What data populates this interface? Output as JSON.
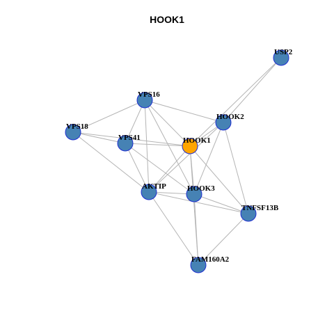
{
  "title": "HOOK1",
  "colors": {
    "edge": "#b4b4b4",
    "node_default": "#4682b4",
    "node_query": "#ffa500",
    "node_border": "#1f2fd1"
  },
  "nodes": [
    {
      "id": "USP2",
      "label": "USP2",
      "query": false
    },
    {
      "id": "VPS16",
      "label": "VPS16",
      "query": false
    },
    {
      "id": "HOOK2",
      "label": "HOOK2",
      "query": false
    },
    {
      "id": "VPS18",
      "label": "VPS18",
      "query": false
    },
    {
      "id": "VPS41",
      "label": "VPS41",
      "query": false
    },
    {
      "id": "HOOK1",
      "label": "HOOK1",
      "query": true
    },
    {
      "id": "AKTIP",
      "label": "AKTIP",
      "query": false
    },
    {
      "id": "HOOK3",
      "label": "HOOK3",
      "query": false
    },
    {
      "id": "TNFSF13B",
      "label": "TNFSF13B",
      "query": false
    },
    {
      "id": "FAM160A2",
      "label": "FAM160A2",
      "query": false
    }
  ],
  "edges": [
    [
      "USP2",
      "HOOK1"
    ],
    [
      "USP2",
      "HOOK2"
    ],
    [
      "VPS16",
      "VPS18"
    ],
    [
      "VPS16",
      "VPS41"
    ],
    [
      "VPS16",
      "HOOK2"
    ],
    [
      "VPS16",
      "HOOK1"
    ],
    [
      "VPS16",
      "AKTIP"
    ],
    [
      "VPS16",
      "HOOK3"
    ],
    [
      "VPS18",
      "VPS41"
    ],
    [
      "VPS18",
      "HOOK1"
    ],
    [
      "VPS18",
      "AKTIP"
    ],
    [
      "VPS41",
      "HOOK1"
    ],
    [
      "VPS41",
      "AKTIP"
    ],
    [
      "VPS41",
      "HOOK3"
    ],
    [
      "HOOK2",
      "HOOK1"
    ],
    [
      "HOOK2",
      "AKTIP"
    ],
    [
      "HOOK2",
      "HOOK3"
    ],
    [
      "HOOK2",
      "TNFSF13B"
    ],
    [
      "HOOK1",
      "AKTIP"
    ],
    [
      "HOOK1",
      "HOOK3"
    ],
    [
      "HOOK1",
      "TNFSF13B"
    ],
    [
      "HOOK1",
      "FAM160A2"
    ],
    [
      "AKTIP",
      "HOOK3"
    ],
    [
      "AKTIP",
      "TNFSF13B"
    ],
    [
      "AKTIP",
      "FAM160A2"
    ],
    [
      "HOOK3",
      "TNFSF13B"
    ],
    [
      "HOOK3",
      "FAM160A2"
    ],
    [
      "TNFSF13B",
      "FAM160A2"
    ]
  ]
}
